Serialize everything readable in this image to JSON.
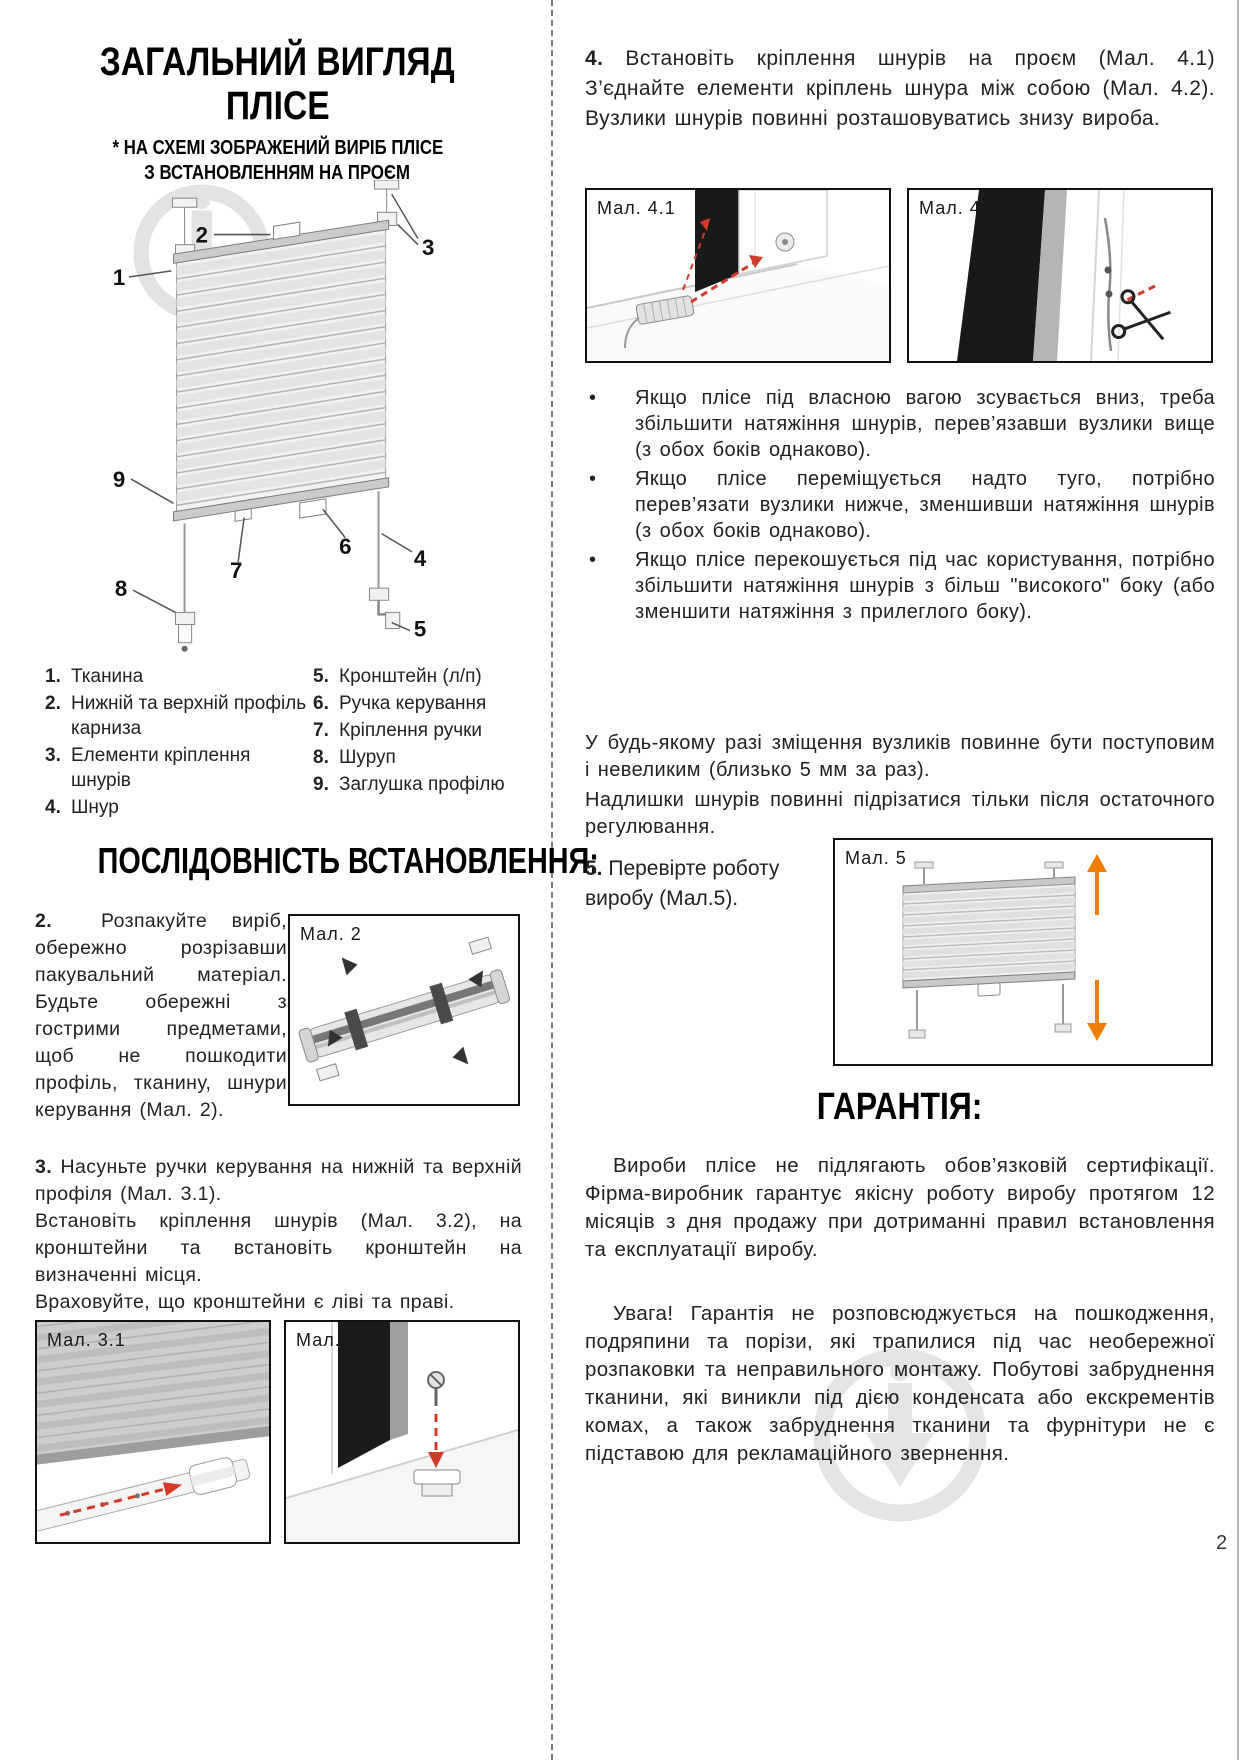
{
  "page": {
    "number": "2"
  },
  "left": {
    "title_line1": "ЗАГАЛЬНИЙ ВИГЛЯД",
    "title_line2": "ПЛІСЕ",
    "subtitle_line1": "* НА СХЕМІ ЗОБРАЖЕНИЙ ВИРІБ ПЛІСЕ",
    "subtitle_line2": "З ВСТАНОВЛЕННЯМ НА ПРОЄМ",
    "callouts": [
      "1",
      "2",
      "3",
      "4",
      "5",
      "6",
      "7",
      "8",
      "9"
    ],
    "parts_col1": [
      {
        "num": "1.",
        "text": "Тканина"
      },
      {
        "num": "2.",
        "text": "Нижній та верхній профіль карниза"
      },
      {
        "num": "3.",
        "text": "Елементи кріплення шнурів"
      },
      {
        "num": "4.",
        "text": "Шнур"
      }
    ],
    "parts_col2": [
      {
        "num": "5.",
        "text": "Кронштейн (л/п)"
      },
      {
        "num": "6.",
        "text": "Ручка керування"
      },
      {
        "num": "7.",
        "text": "Кріплення ручки"
      },
      {
        "num": "8.",
        "text": "Шуруп"
      },
      {
        "num": "9.",
        "text": "Заглушка профілю"
      }
    ],
    "sequence_title": "ПОСЛІДОВНІСТЬ ВСТАНОВЛЕННЯ:",
    "step2_num": "2.",
    "step2_text": "Розпакуйте виріб, обережно розрізавши пакувальний матеріал. Будьте обережні з гострими предметами, щоб не пошкодити профіль, тканину, шнури керування (Мал. 2).",
    "fig2_label": "Мал. 2",
    "step3_num": "3.",
    "step3_text1": "Насуньте ручки керування на нижній та верхній профіля (Мал. 3.1).",
    "step3_text2": "Встановіть кріплення шнурів (Мал. 3.2), на кронштейни та встановіть кронштейн на визначенні місця.",
    "step3_text3": "Враховуйте, що кронштейни є ліві та праві.",
    "fig31_label": "Мал. 3.1",
    "fig32_label": "Мал. 3.2"
  },
  "right": {
    "step4_num": "4.",
    "step4_text": "Встановіть кріплення шнурів на проєм (Мал. 4.1) З’єднайте елементи кріплень шнура між собою (Мал. 4.2). Вузлики шнурів повинні розташовуватись знизу вироба.",
    "fig41_label": "Мал. 4.1",
    "fig42_label": "Мал. 4.2",
    "bullet_char": "•",
    "bullets": [
      "Якщо плісе під власною вагою зсувається вниз, треба збільшити натяжіння шнурів, перев’язавши вузлики вище (з обох боків однаково).",
      "Якщо плісе переміщується надто туго, потрібно перев’язати вузлики нижче, зменшивши натяжіння шнурів (з обох боків однаково).",
      "Якщо плісе перекошується під час користування, потрібно збільшити натяжіння шнурів з більш \"високого\" боку (або зменшити натяжіння з прилеглого боку)."
    ],
    "note1": "У будь-якому разі зміщення вузликів повинне бути поступовим і невеликим (близько 5 мм за раз).",
    "note2": "Надлишки шнурів повинні підрізатися тільки після остаточного регулювання.",
    "step5_num": "5.",
    "step5_text": "Перевірте роботу виробу (Мал.5).",
    "fig5_label": "Мал. 5",
    "warranty_title": "ГАРАНТІЯ:",
    "warranty_p1": "Вироби плісе не підлягають обов’язковій сертифікації. Фірма-виробник гарантує якісну роботу виробу протягом 12 місяців з дня продажу при дотриманні правил встановлення та експлуатації виробу.",
    "warranty_p2": "Увага! Гарантія не розповсюджується на пошкодження, подряпини та порізи, які трапилися під час необережної розпаковки та неправильного монтажу. Побутові забруднення тканини, які виникли під дією конденсата або екскрементів комах, а також забруднення тканини та фурнітури не є підставою для рекламаційного звернення."
  },
  "colors": {
    "arrow_red": "#d23b2a",
    "arrow_orange": "#f07d00",
    "watermark_gray": "#dedede"
  }
}
